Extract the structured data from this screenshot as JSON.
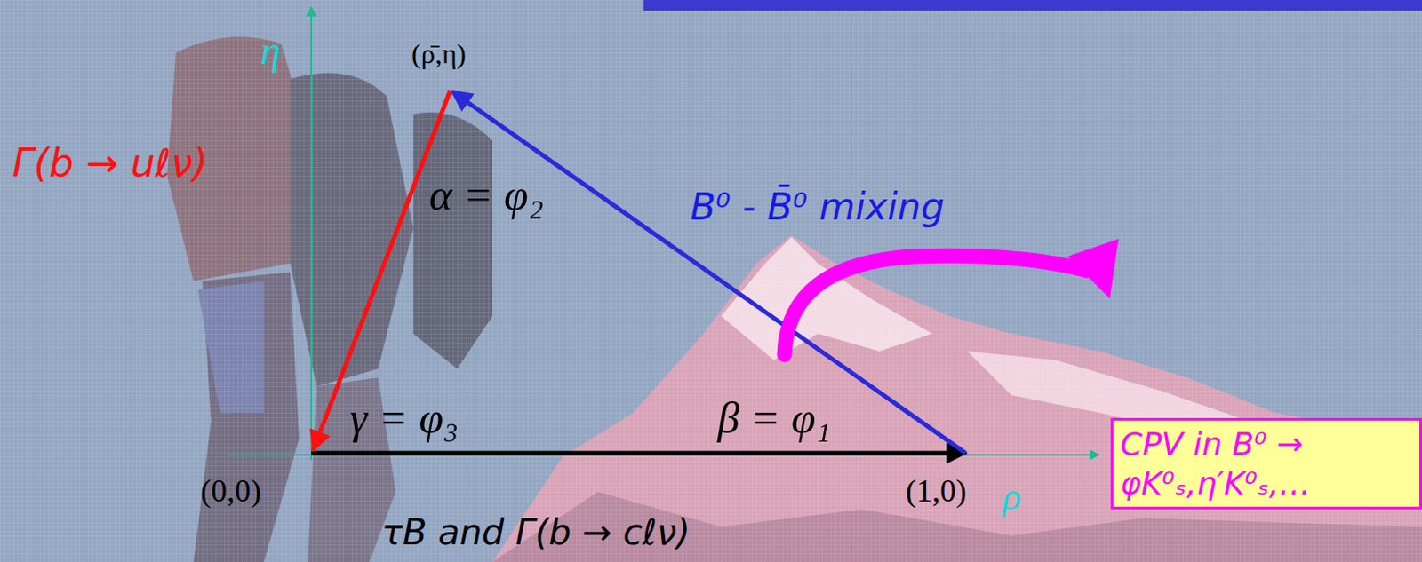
{
  "diagram": {
    "nodes": [
      {
        "text": [
          "CPV in B⁰ → φK⁰ₛ,η′K⁰ₛ,…"
        ]
      }
    ],
    "labels": [
      "(ρ̄,η)",
      "η",
      "Γ(b → uℓν)",
      "α = φ₂",
      "B⁰ - B̄⁰ mixing",
      "γ = φ₃",
      "β = φ₁",
      "(0,0)",
      "(1,0)",
      "ρ",
      "τB and Γ(b → cℓν)"
    ]
  }
}
